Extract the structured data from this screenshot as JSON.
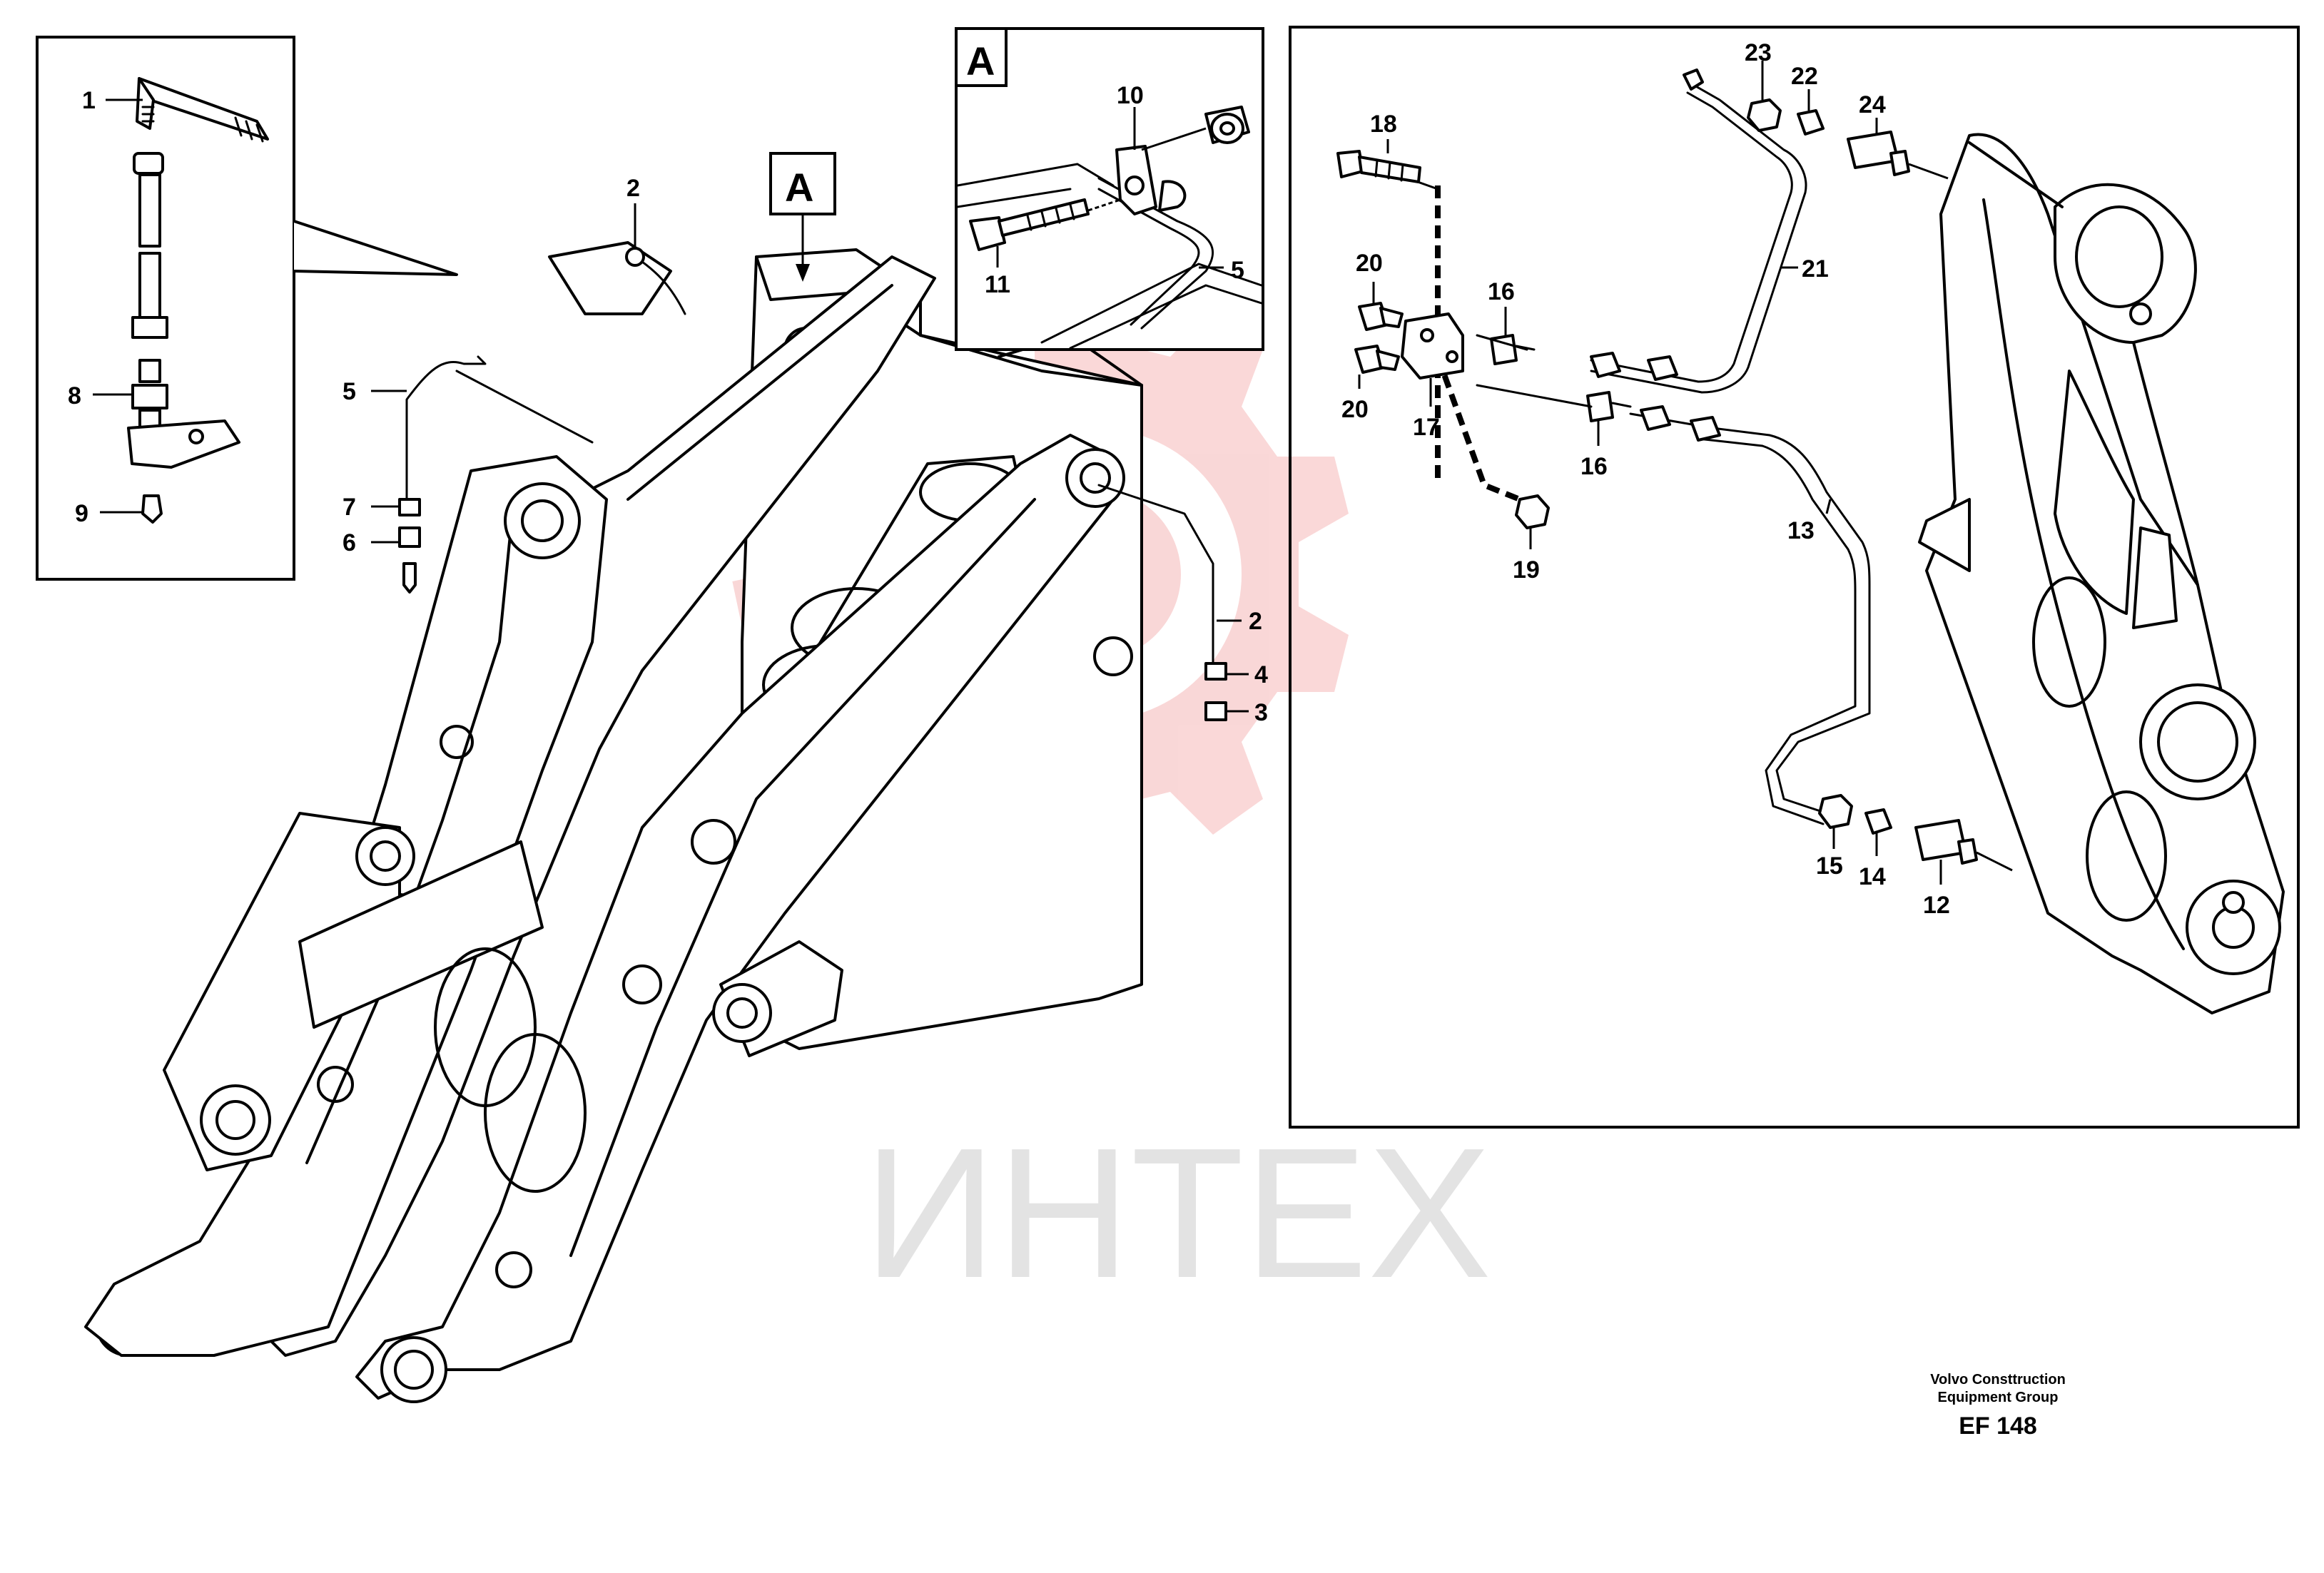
{
  "colors": {
    "line": "#000000",
    "watermark": "#f5c2c2",
    "watermark_text": "#e3e3e3"
  },
  "watermark": {
    "text": "ИНТЕХ",
    "icon": "gear-target-icon"
  },
  "view_label": "A",
  "footer": {
    "line1": "Volvo Consttruction",
    "line2": "Equipment Group",
    "code": "EF 148"
  },
  "callouts": {
    "main": [
      "2",
      "5",
      "7",
      "6",
      "2",
      "4",
      "3"
    ],
    "inset_left": [
      "1",
      "8",
      "9"
    ],
    "inset_a": [
      "10",
      "11",
      "5"
    ],
    "inset_right": [
      "18",
      "20",
      "20",
      "17",
      "16",
      "16",
      "19",
      "23",
      "22",
      "24",
      "21",
      "13",
      "15",
      "14",
      "12"
    ]
  }
}
